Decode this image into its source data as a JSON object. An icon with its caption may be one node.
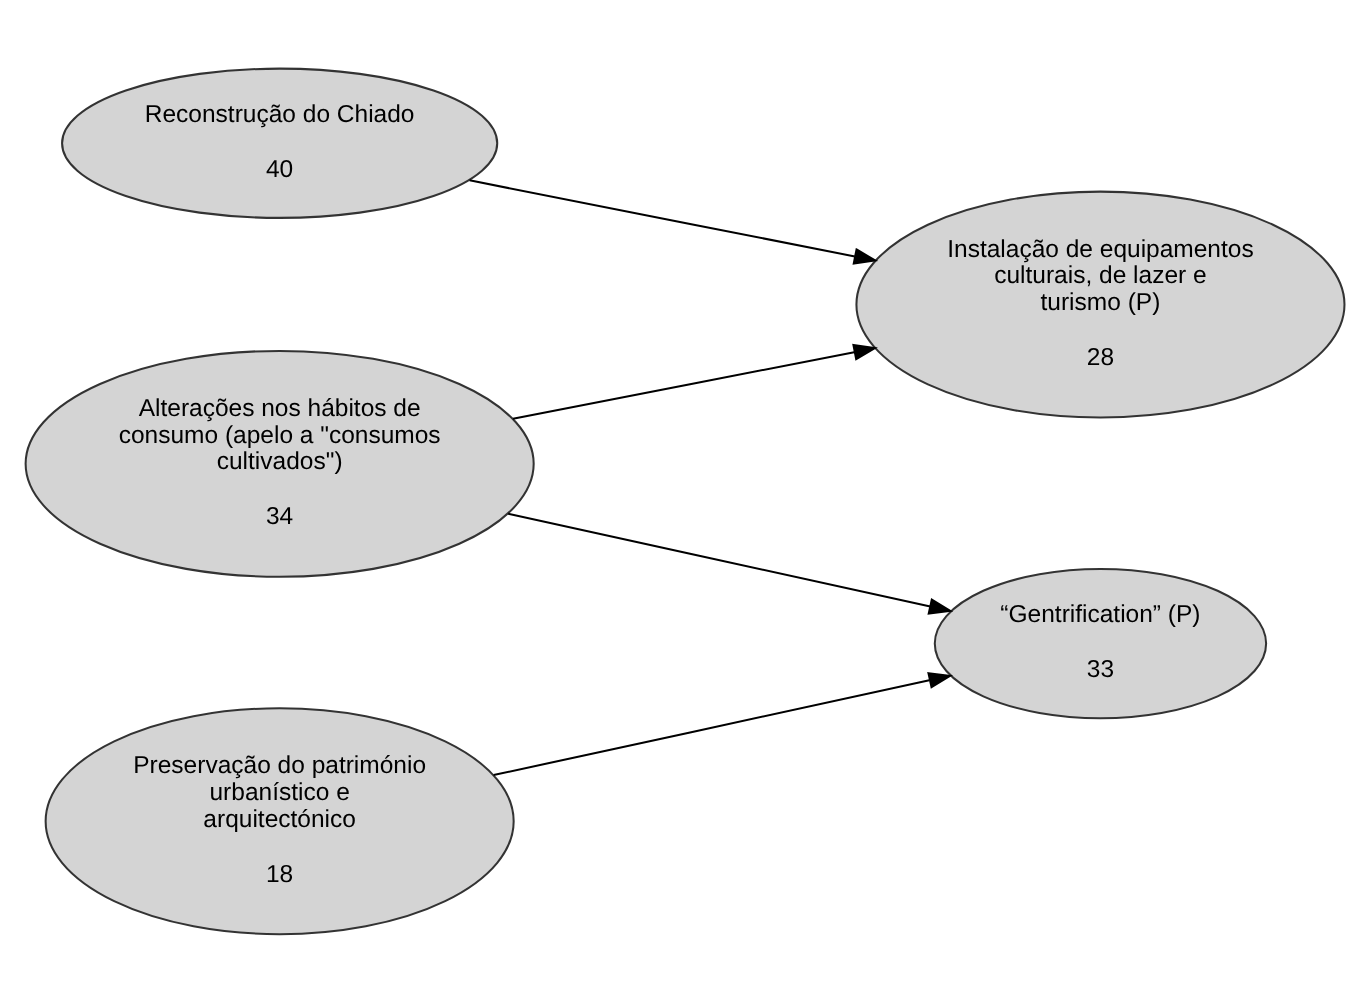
{
  "diagram": {
    "nodes": [
      {
        "text": [
          "Reconstrução do Chiado",
          "40"
        ]
      },
      {
        "text": [
          "Alterações nos hábitos de consumo (apelo a \"consumos cultivados\")",
          "34"
        ]
      },
      {
        "text": [
          "Preservação do património urbanístico e arquitectónico",
          "18"
        ]
      },
      {
        "text": [
          "Instalação de equipamentos culturais, de lazer e turismo (P)",
          "28"
        ]
      },
      {
        "text": [
          "“Gentrification” (P)",
          "33"
        ]
      }
    ],
    "edges": [
      {
        "from": 0,
        "to": 3,
        "arrow": "to"
      },
      {
        "from": 1,
        "to": 3,
        "arrow": "to"
      },
      {
        "from": 1,
        "to": 4,
        "arrow": "to"
      },
      {
        "from": 2,
        "to": 4,
        "arrow": "to"
      }
    ]
  }
}
